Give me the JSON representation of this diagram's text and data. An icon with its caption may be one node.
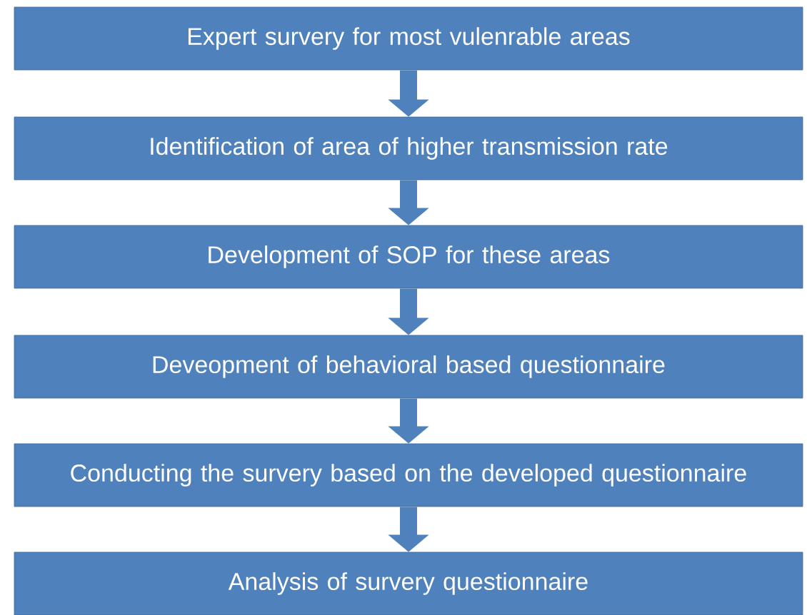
{
  "diagram": {
    "nodes": [
      {
        "text": [
          "Expert survery for most vulenrable areas"
        ]
      },
      {
        "text": [
          "Identification of area of higher transmission rate"
        ]
      },
      {
        "text": [
          "Development of SOP for these areas"
        ]
      },
      {
        "text": [
          "Deveopment of behavioral based questionnaire"
        ]
      },
      {
        "text": [
          "Conducting the survery based on the developed questionnaire"
        ]
      },
      {
        "text": [
          "Analysis of survery questionnaire"
        ]
      }
    ],
    "edges": [
      {
        "from": 0,
        "to": 1,
        "arrow": "to"
      },
      {
        "from": 1,
        "to": 2,
        "arrow": "to"
      },
      {
        "from": 2,
        "to": 3,
        "arrow": "to"
      },
      {
        "from": 3,
        "to": 4,
        "arrow": "to"
      },
      {
        "from": 4,
        "to": 5,
        "arrow": "to"
      }
    ]
  }
}
